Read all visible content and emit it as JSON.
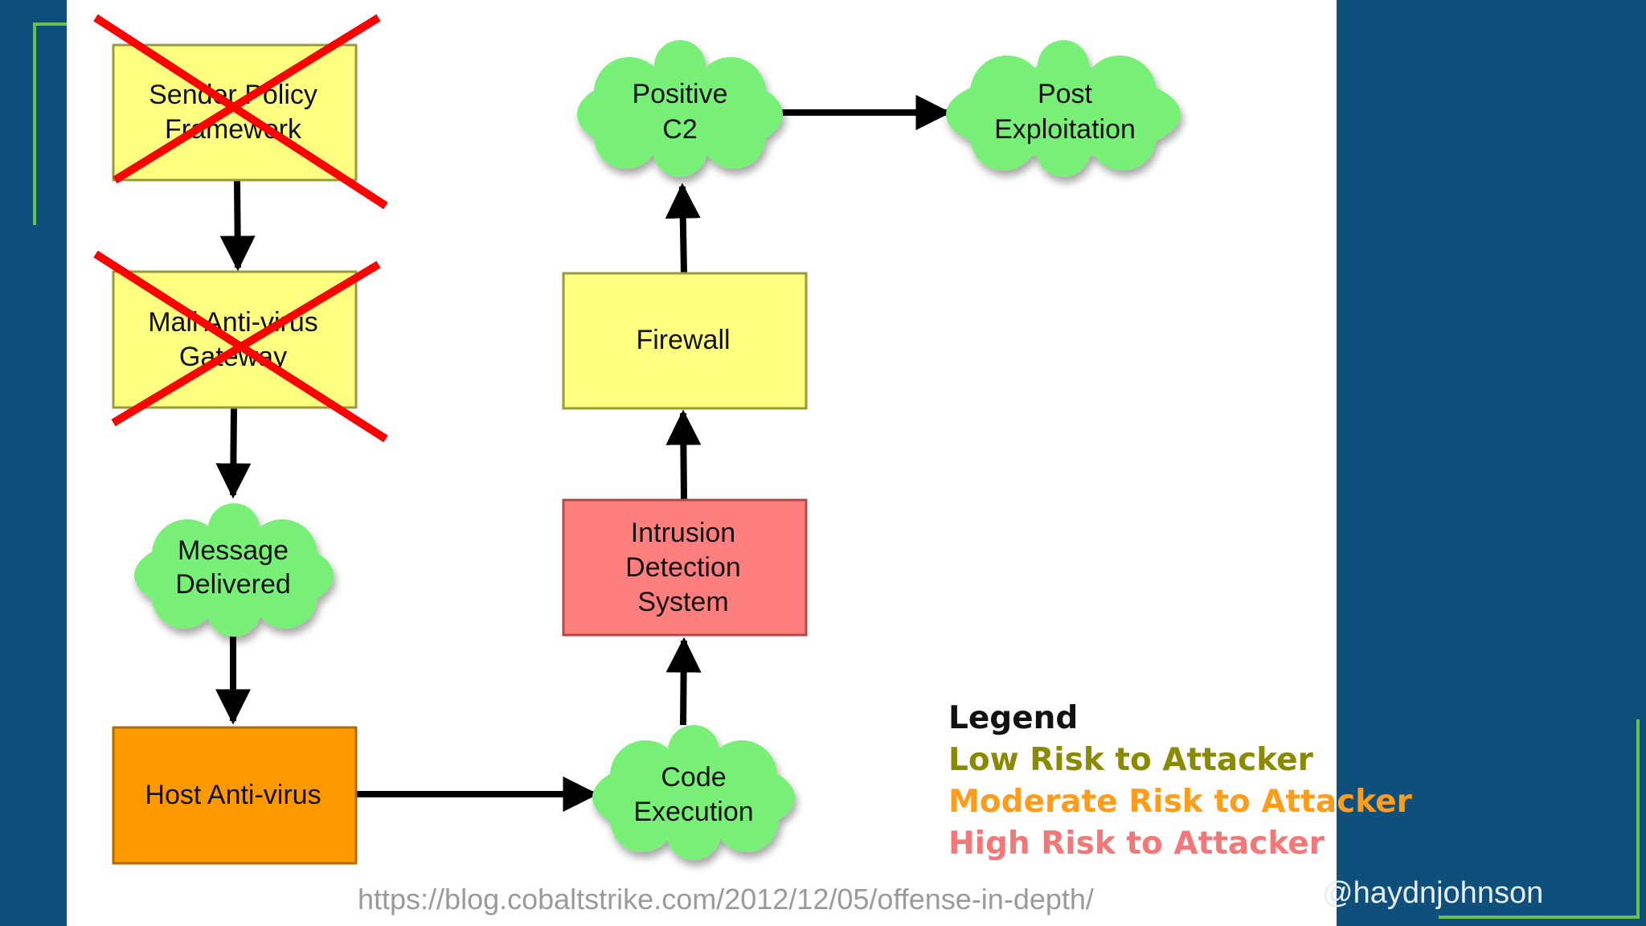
{
  "diagram": {
    "nodes": {
      "spf": {
        "lines": [
          "Sender Policy",
          "Framework"
        ],
        "crossed_out": true,
        "risk": "low"
      },
      "mail_av": {
        "lines": [
          "Mail Anti-virus",
          "Gateway"
        ],
        "crossed_out": true,
        "risk": "low"
      },
      "message_delivered": {
        "lines": [
          "Message",
          "Delivered"
        ],
        "shape": "cloud"
      },
      "host_av": {
        "lines": [
          "Host Anti-virus"
        ],
        "risk": "moderate"
      },
      "code_execution": {
        "lines": [
          "Code",
          "Execution"
        ],
        "shape": "cloud"
      },
      "ids": {
        "lines": [
          "Intrusion",
          "Detection",
          "System"
        ],
        "risk": "high"
      },
      "firewall": {
        "lines": [
          "Firewall"
        ],
        "risk": "low"
      },
      "positive_c2": {
        "lines": [
          "Positive",
          "C2"
        ],
        "shape": "cloud"
      },
      "post_exploitation": {
        "lines": [
          "Post",
          "Exploitation"
        ],
        "shape": "cloud"
      }
    },
    "edges": [
      [
        "spf",
        "mail_av"
      ],
      [
        "mail_av",
        "message_delivered"
      ],
      [
        "message_delivered",
        "host_av"
      ],
      [
        "host_av",
        "code_execution"
      ],
      [
        "code_execution",
        "ids"
      ],
      [
        "ids",
        "firewall"
      ],
      [
        "firewall",
        "positive_c2"
      ],
      [
        "positive_c2",
        "post_exploitation"
      ]
    ]
  },
  "legend": {
    "title": "Legend",
    "low": "Low Risk to Attacker",
    "moderate": "Moderate Risk to Attacker",
    "high": "High Risk to Attacker"
  },
  "source_url": "https://blog.cobaltstrike.com/2012/12/05/offense-in-depth/",
  "handle": "@haydnjohnson",
  "colors": {
    "background": "#0f4f7c",
    "accent": "#6cc04a",
    "low": "#ffff80",
    "moderate": "#ff9900",
    "high": "#ff7f7f",
    "cloud": "#78f078",
    "cross": "#ff0000",
    "legend_title": "#111111",
    "legend_low": "#8a8a00",
    "legend_moderate": "#ff9d1a",
    "legend_high": "#f07878"
  }
}
